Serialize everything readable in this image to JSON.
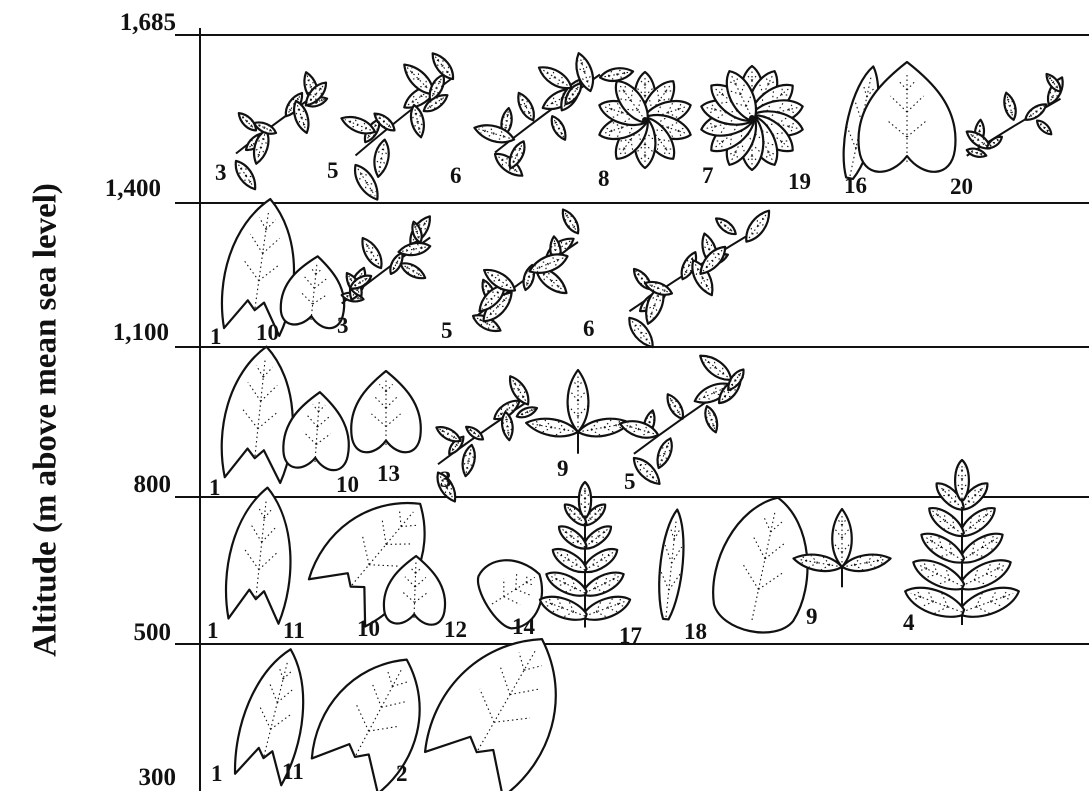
{
  "axis": {
    "ylabel": "Altitude (m above mean sea level)",
    "ticks": [
      "1,685",
      "1,400",
      "1,100",
      "800",
      "500",
      "300"
    ]
  },
  "bands": [
    {
      "range": "1,400–1,685",
      "species": [
        {
          "num": "3",
          "shape": "compound"
        },
        {
          "num": "5",
          "shape": "compound"
        },
        {
          "num": "6",
          "shape": "compound"
        },
        {
          "num": "8",
          "shape": "palmate"
        },
        {
          "num": "7",
          "shape": "palmate"
        },
        {
          "num": "19",
          "shape": "lanceolate"
        },
        {
          "num": "16",
          "shape": "cordate"
        },
        {
          "num": "20",
          "shape": "compound"
        }
      ]
    },
    {
      "range": "1,100–1,400",
      "species": [
        {
          "num": "1",
          "shape": "sagittate"
        },
        {
          "num": "10",
          "shape": "cordate"
        },
        {
          "num": "3",
          "shape": "compound"
        },
        {
          "num": "5",
          "shape": "compound"
        },
        {
          "num": "6",
          "shape": "compound"
        }
      ]
    },
    {
      "range": "800–1,100",
      "species": [
        {
          "num": "1",
          "shape": "sagittate"
        },
        {
          "num": "10",
          "shape": "cordate"
        },
        {
          "num": "13",
          "shape": "cordate"
        },
        {
          "num": "3",
          "shape": "compound"
        },
        {
          "num": "9",
          "shape": "trifoliate"
        },
        {
          "num": "5",
          "shape": "compound"
        }
      ]
    },
    {
      "range": "500–800",
      "species": [
        {
          "num": "1",
          "shape": "sagittate"
        },
        {
          "num": "11",
          "shape": "sagittate"
        },
        {
          "num": "10",
          "shape": "cordate"
        },
        {
          "num": "12",
          "shape": "ovate"
        },
        {
          "num": "14",
          "shape": "pinnatifid"
        },
        {
          "num": "17",
          "shape": "lanceolate"
        },
        {
          "num": "18",
          "shape": "ovate"
        },
        {
          "num": "9",
          "shape": "trifoliate"
        },
        {
          "num": "4",
          "shape": "pinnatifid"
        }
      ]
    },
    {
      "range": "300–500",
      "species": [
        {
          "num": "1",
          "shape": "sagittate"
        },
        {
          "num": "11",
          "shape": "sagittate"
        },
        {
          "num": "2",
          "shape": "sagittate"
        }
      ]
    }
  ]
}
